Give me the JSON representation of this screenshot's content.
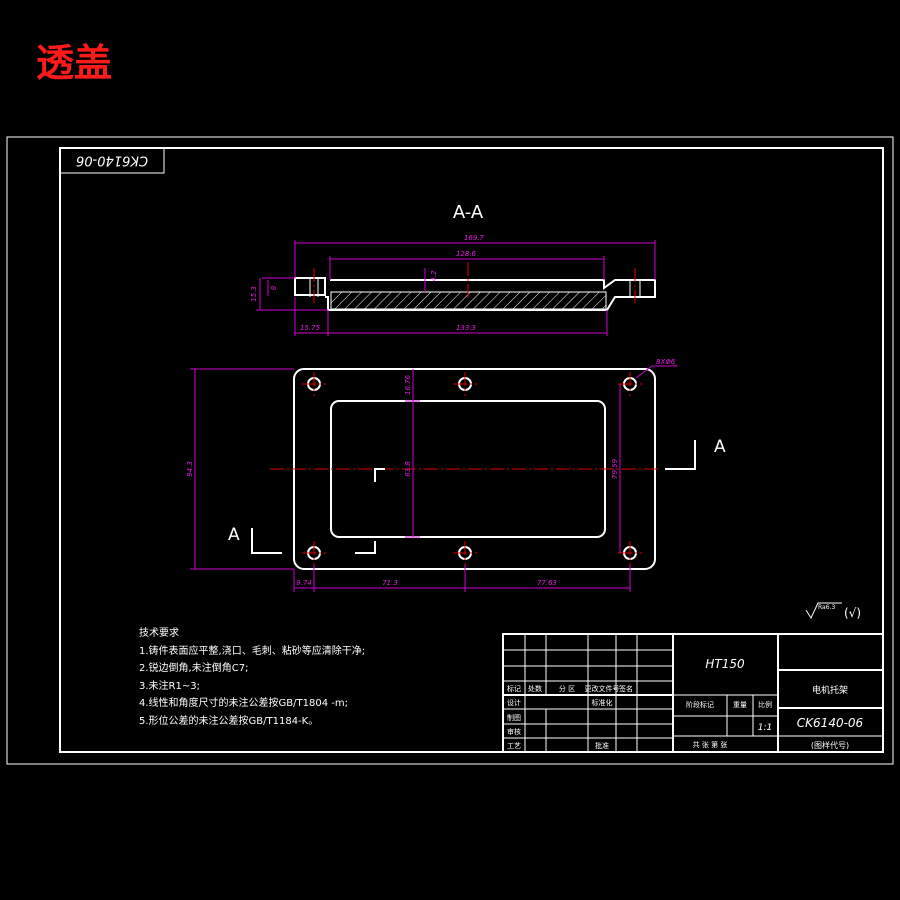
{
  "header_title": "透盖",
  "drawing_code_box": "CK6140-06",
  "section": {
    "label": "A-A",
    "cut_label": "A",
    "dims": {
      "overall_width": "169.7",
      "inner_width": "128.6",
      "depth_small": "4.2",
      "thickness": "8",
      "height": "15.3",
      "left_offset": "15.75",
      "bottom_width": "133.3"
    }
  },
  "plan_dims": {
    "height_total": "94.3",
    "top_margin": "16.76",
    "inner_height": "63.8",
    "bolt_pitch_v": "79.59",
    "left_margin": "9.74",
    "pitch_1": "71.3",
    "pitch_2": "77.63",
    "holes": "8XΦ6"
  },
  "roughness": {
    "value": "Ra6.3",
    "other": "(√)"
  },
  "tech_notes": {
    "heading": "技术要求",
    "items": [
      "1.铸件表面应平整,浇口、毛刺、粘砂等应清除干净;",
      "2.锐边倒角,未注倒角C7;",
      "3.未注R1~3;",
      "4.线性和角度尺寸的未注公差按GB/T1804 -m;",
      "5.形位公差的未注公差按GB/T1184-K。"
    ]
  },
  "title_block": {
    "material": "HT150",
    "part_name": "电机托架",
    "drawing_no": "CK6140-06",
    "drawing_no_label": "(图样代号)",
    "scale": "1:1",
    "rev_headers": [
      "标记",
      "处数",
      "分 区",
      "更改文件号",
      "签名"
    ],
    "roles": [
      "设计",
      "制图",
      "审核",
      "工艺"
    ],
    "std_label": "标准化",
    "approve_label": "批准",
    "stage_label": "阶段标记",
    "weight_label": "重量",
    "scale_label": "比例",
    "sheets_label": "共  张  第  张"
  },
  "colors": {
    "background": "#000000",
    "lines": "#ffffff",
    "dimensions": "#e020e0",
    "center_lines": "#e00000",
    "title": "#ff1a1a"
  }
}
